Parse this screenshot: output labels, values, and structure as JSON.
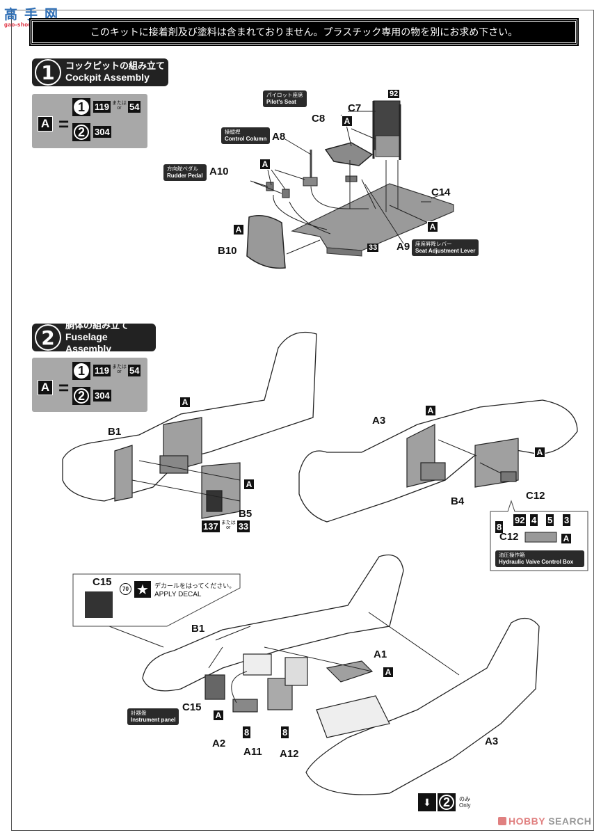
{
  "watermark": {
    "chars": "高手网",
    "url": "gao-shou.com"
  },
  "banner": {
    "notice": "このキットに接着剤及び塗料は含まれておりません。プラスチック専用の物を別にお求め下さい。"
  },
  "steps": [
    {
      "number": "1",
      "title_jp": "コックピットの組み立て",
      "title_en": "Cockpit Assembly",
      "paint_legend": {
        "key": "A",
        "equals": "=",
        "options": [
          {
            "icon": "1",
            "codes": [
              "119",
              "54"
            ],
            "or_jp": "または",
            "or_en": "or"
          },
          {
            "icon": "2",
            "codes": [
              "304"
            ]
          }
        ]
      },
      "parts": [
        {
          "id": "C7"
        },
        {
          "id": "C8"
        },
        {
          "id": "A8"
        },
        {
          "id": "A10"
        },
        {
          "id": "C14"
        },
        {
          "id": "A9"
        },
        {
          "id": "B10"
        }
      ],
      "captions": [
        {
          "jp": "パイロット座席",
          "en": "Pilot's Seat"
        },
        {
          "jp": "操縦桿",
          "en": "Control Column"
        },
        {
          "jp": "方向舵ペダル",
          "en": "Rudder Pedal"
        },
        {
          "jp": "座席昇降レバー",
          "en": "Seat Adjustment Lever"
        }
      ],
      "color_codes": [
        "92",
        "33"
      ],
      "paint_marker": "A"
    },
    {
      "number": "2",
      "title_jp": "胴体の組み立て",
      "title_en": "Fuselage Assembly",
      "paint_legend": {
        "key": "A",
        "equals": "=",
        "options": [
          {
            "icon": "1",
            "codes": [
              "119",
              "54"
            ],
            "or_jp": "または",
            "or_en": "or"
          },
          {
            "icon": "2",
            "codes": [
              "304"
            ]
          }
        ]
      },
      "left_fuselage": {
        "part": "B1",
        "panel": "B5",
        "codes": [
          "137",
          "33"
        ],
        "or_jp": "または",
        "or_en": "or"
      },
      "right_fuselage": {
        "part": "A3",
        "panel": "B4",
        "box": "C12"
      },
      "hydraulic_box": {
        "part": "C12",
        "codes": [
          "8",
          "92",
          "4",
          "5",
          "3"
        ],
        "paint": "A",
        "caption_jp": "油圧操作箱",
        "caption_en": "Hydraulic Vaive Control Box"
      },
      "decal": {
        "part": "C15",
        "decal_no": "70",
        "text_jp": "デカールをはってください。",
        "text_en": "APPLY DECAL"
      },
      "assembly_parts": {
        "B1": "B1",
        "A1": "A1",
        "C15": "C15",
        "A2": "A2",
        "A11": "A11",
        "A12": "A12",
        "A3": "A3",
        "code_8": "8",
        "instrument_caption_jp": "計器盤",
        "instrument_caption_en": "Instrument panel"
      },
      "version_note": {
        "icon": "2",
        "only_jp": "のみ",
        "only_en": "Only"
      }
    }
  ],
  "footer": {
    "brand_a": "HOBBY",
    "brand_b": "SEARCH"
  }
}
